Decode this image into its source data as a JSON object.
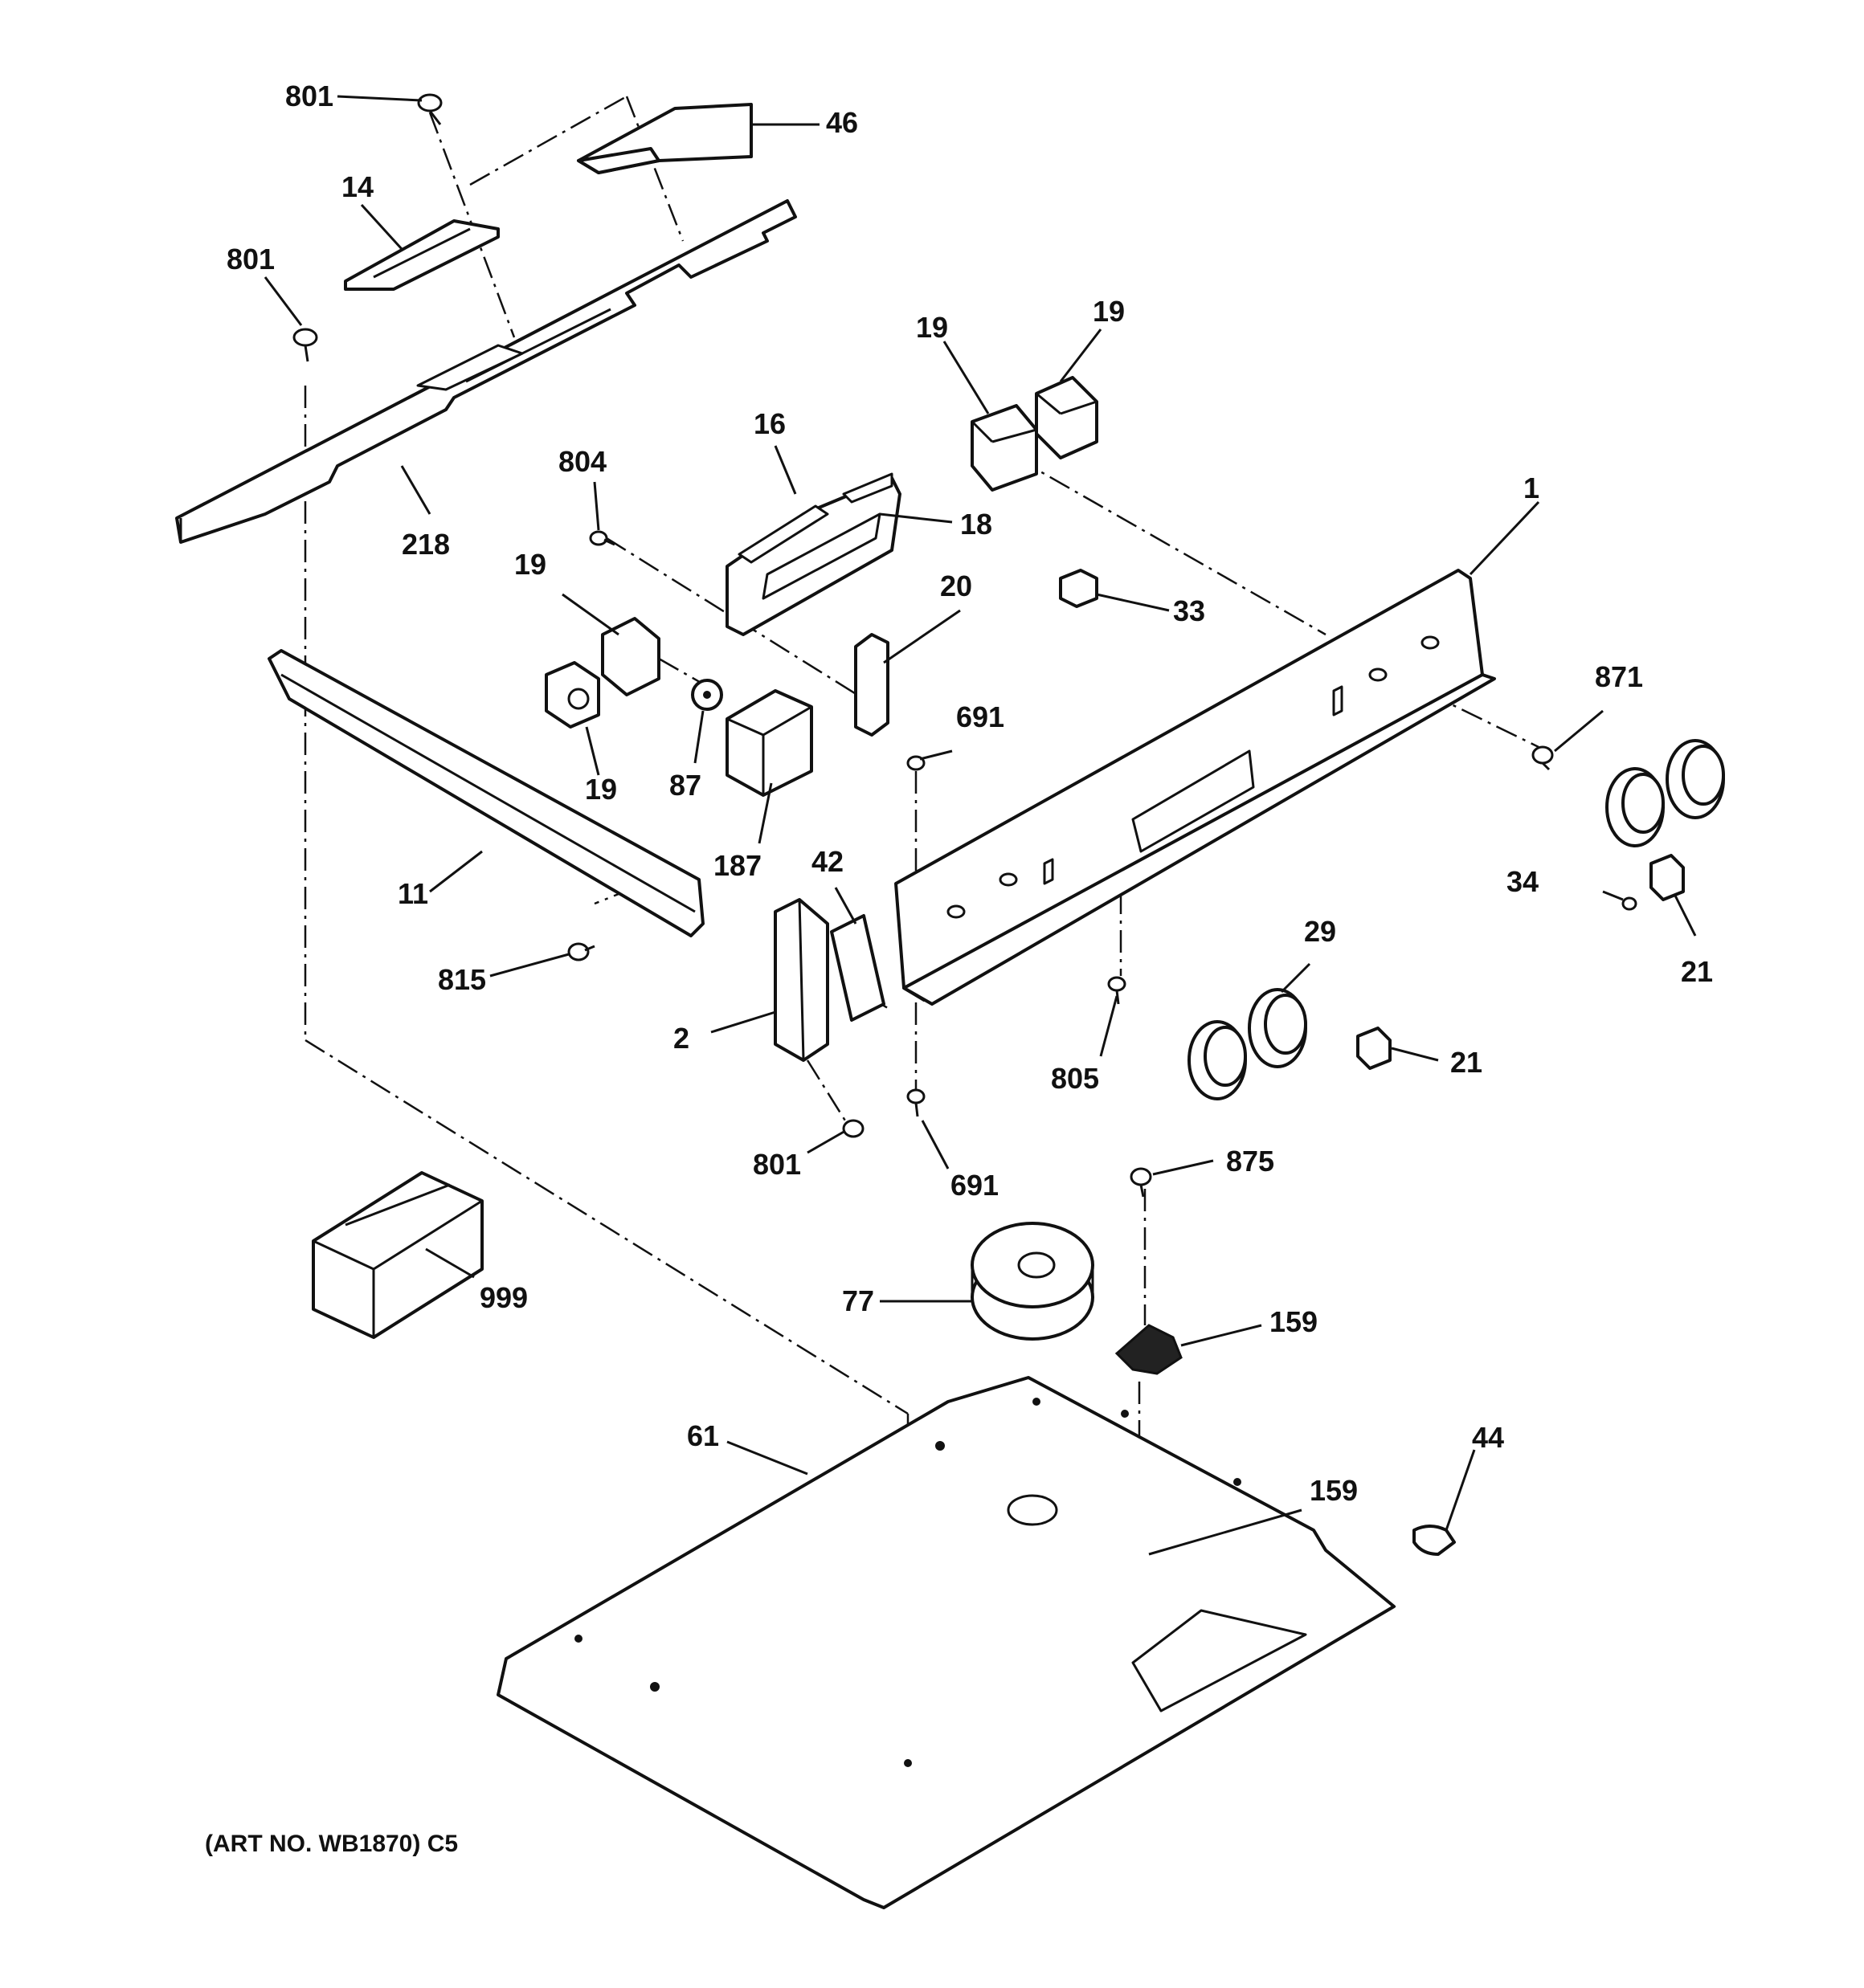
{
  "callouts": {
    "c801a": "801",
    "c46": "46",
    "c14": "14",
    "c801b": "801",
    "c218": "218",
    "c16": "16",
    "c19a": "19",
    "c19b": "19",
    "c804": "804",
    "c18": "18",
    "c1": "1",
    "c19c": "19",
    "c20": "20",
    "c33": "33",
    "c19d": "19",
    "c87": "87",
    "c187": "187",
    "c871": "871",
    "c691a": "691",
    "c42": "42",
    "c11": "11",
    "c34": "34",
    "c21a": "21",
    "c29": "29",
    "c815": "815",
    "c2": "2",
    "c805": "805",
    "c21b": "21",
    "c801c": "801",
    "c691b": "691",
    "c875": "875",
    "c999": "999",
    "c77": "77",
    "c159a": "159",
    "c61": "61",
    "c44": "44",
    "c159b": "159"
  },
  "caption": "(ART NO. WB1870) C5"
}
